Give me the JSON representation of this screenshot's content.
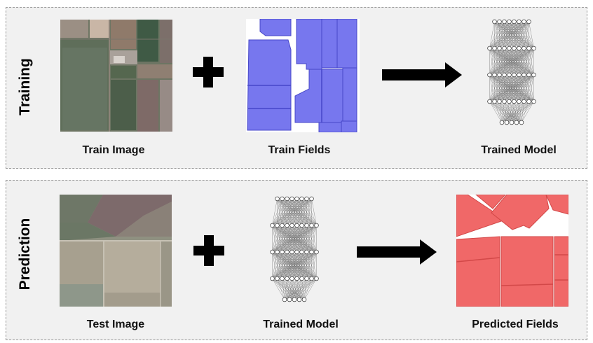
{
  "training": {
    "label": "Training",
    "image_caption": "Train Image",
    "fields_caption": "Train Fields",
    "model_caption": "Trained Model"
  },
  "prediction": {
    "label": "Prediction",
    "image_caption": "Test Image",
    "model_caption": "Trained Model",
    "fields_caption": "Predicted Fields"
  },
  "colors": {
    "train_fields": "#7777ee",
    "predicted_fields": "#f06868",
    "panel_bg": "#f1f1f1"
  }
}
